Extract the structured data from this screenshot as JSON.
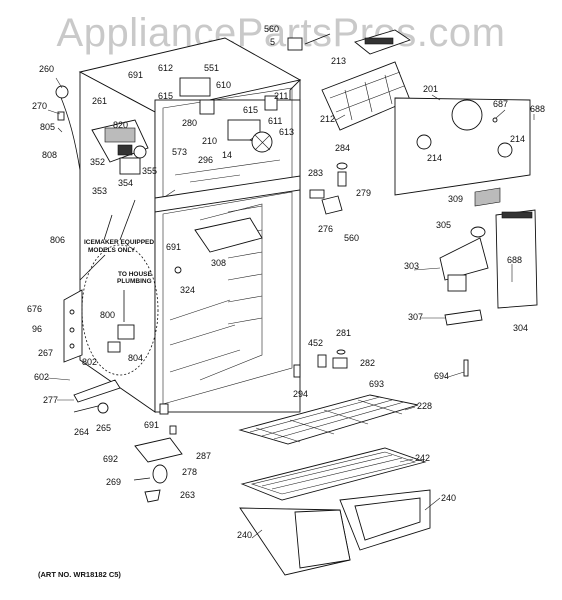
{
  "watermark": "AppliancePartsPros.com",
  "art_number": "(ART NO. WR18182 C5)",
  "notes": {
    "icemaker_line1": "ICEMAKER EQUIPPED",
    "icemaker_line2": "MODELS ONLY",
    "plumbing_line1": "TO HOUSE",
    "plumbing_line2": "PLUMBING"
  },
  "part_labels": {
    "p560_top": "560",
    "p5_top": "5",
    "p213": "213",
    "p260": "260",
    "p612": "612",
    "p551": "551",
    "p691_a": "691",
    "p615_a": "615",
    "p610": "610",
    "p201": "201",
    "p687": "687",
    "p688_a": "688",
    "p270": "270",
    "p261": "261",
    "p211": "211",
    "p212": "212",
    "p805": "805",
    "p820": "820",
    "p280": "280",
    "p615_b": "615",
    "p611": "611",
    "p210": "210",
    "p613": "613",
    "p214_a": "214",
    "p214_b": "214",
    "p284": "284",
    "p573": "573",
    "p14": "14",
    "p808": "808",
    "p352": "352",
    "p296": "296",
    "p355": "355",
    "p354": "354",
    "p353": "353",
    "p283": "283",
    "p279": "279",
    "p309": "309",
    "p276": "276",
    "p560_b": "560",
    "p305": "305",
    "p806": "806",
    "p691_b": "691",
    "p308": "308",
    "p303": "303",
    "p688_b": "688",
    "p324": "324",
    "p676": "676",
    "p96": "96",
    "p800": "800",
    "p307": "307",
    "p304": "304",
    "p267": "267",
    "p281": "281",
    "p452": "452",
    "p802": "802",
    "p804": "804",
    "p282": "282",
    "p602": "602",
    "p693": "693",
    "p694": "694",
    "p294": "294",
    "p277": "277",
    "p228": "228",
    "p264": "264",
    "p265": "265",
    "p691_c": "691",
    "p287": "287",
    "p242": "242",
    "p692": "692",
    "p278": "278",
    "p269": "269",
    "p263": "263",
    "p240_a": "240",
    "p240_b": "240"
  }
}
